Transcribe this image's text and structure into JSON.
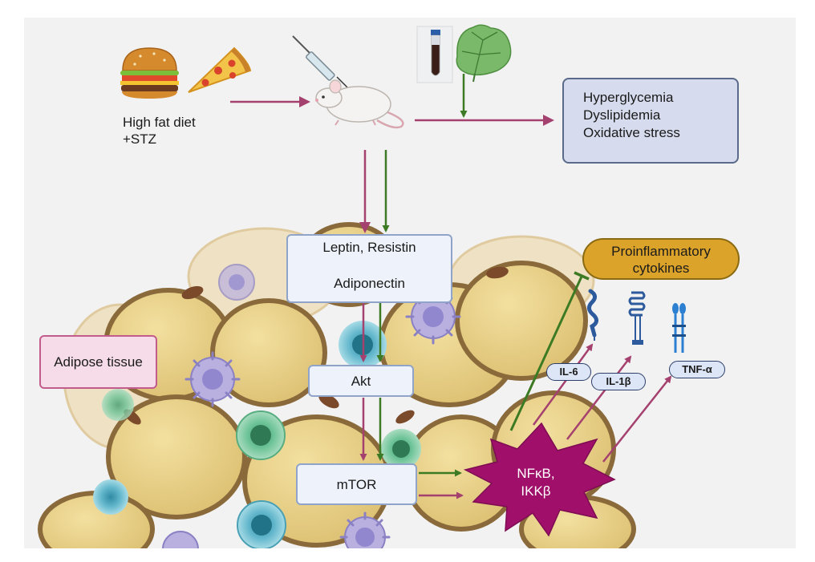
{
  "diet": {
    "line1": "High fat diet",
    "line2": "+STZ"
  },
  "outcome": {
    "line1": "Hyperglycemia",
    "line2": "Dyslipidemia",
    "line3": "Oxidative stress"
  },
  "adipokines": {
    "line1": "Leptin, Resistin",
    "line2": "Adiponectin"
  },
  "akt": "Akt",
  "mtor": "mTOR",
  "nfkb": {
    "line1": "NFκB,",
    "line2": "IKKβ"
  },
  "cytokines_header": {
    "line1": "Proinflammatory",
    "line2": "cytokines"
  },
  "il6": "IL-6",
  "il1b": "IL-1β",
  "tnfa": "TNF-α",
  "tissue_label": "Adipose tissue",
  "colors": {
    "purple_arrow": "#a5416f",
    "green_arrow": "#3d7a24",
    "fat_cell": "#e6cf85",
    "fat_border": "#8a6a3a",
    "nfkb_star": "#a0106a",
    "cytokine_pill": "#dba32a",
    "outcome_box": "#d6dcee"
  },
  "icons": [
    "burger-icon",
    "pizza-icon",
    "syringe-icon",
    "mouse-icon",
    "sample-tube-icon",
    "leaf-icon",
    "receptor-icon"
  ]
}
